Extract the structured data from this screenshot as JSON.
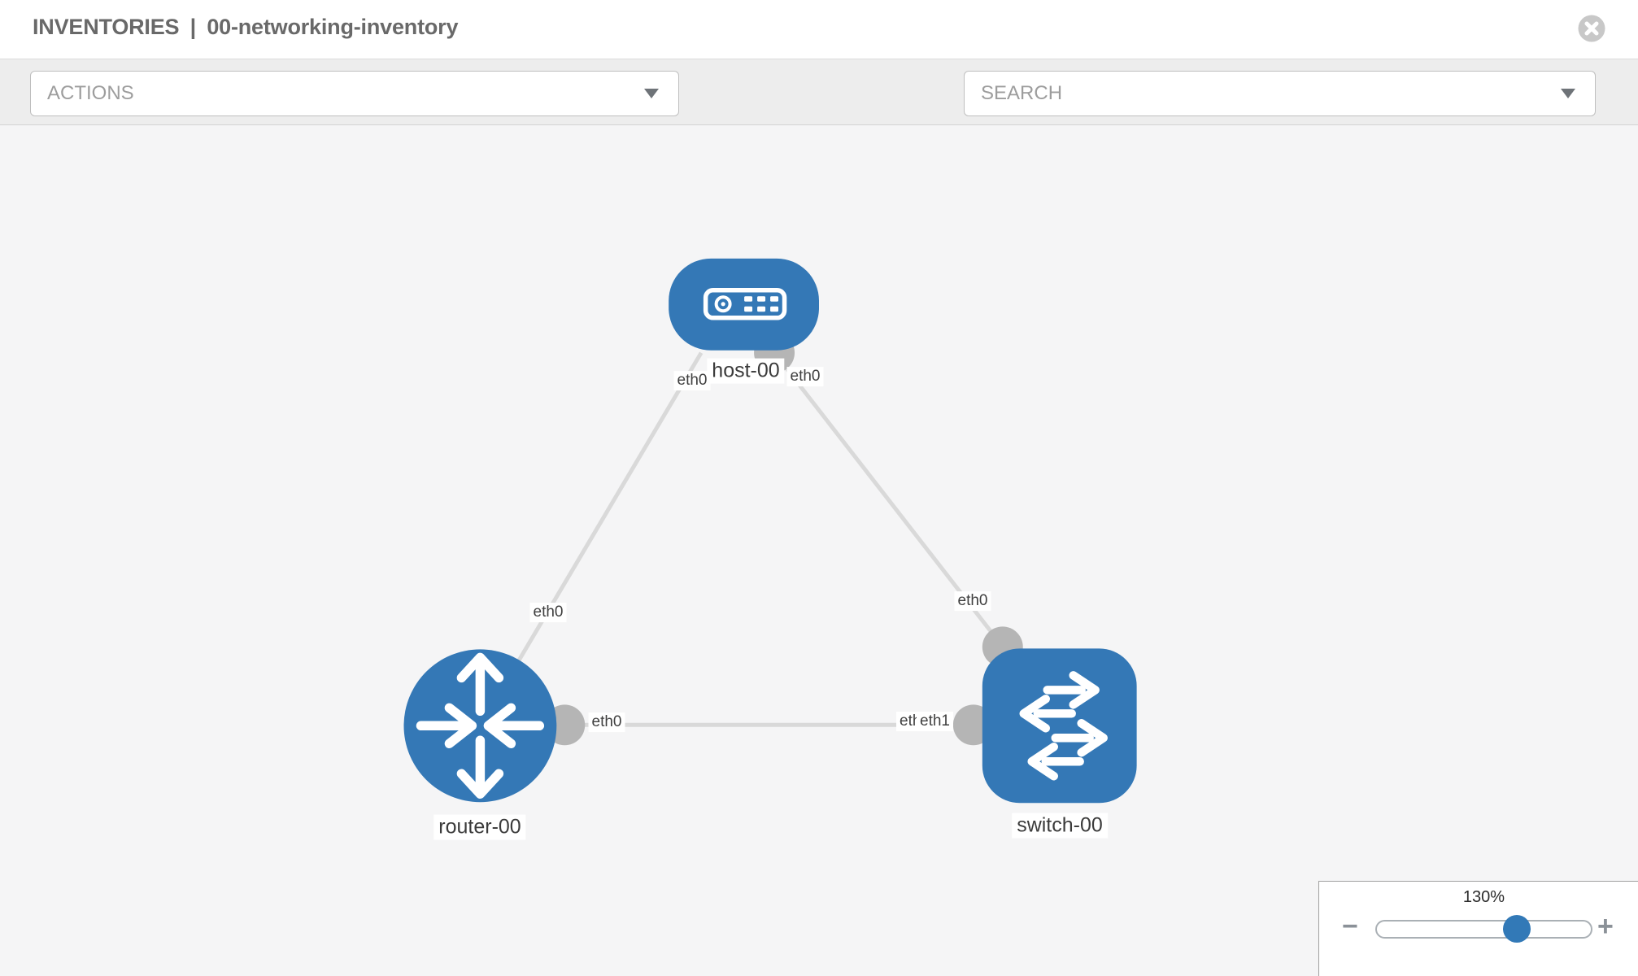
{
  "header": {
    "section": "INVENTORIES",
    "separator": "|",
    "inventory_name": "00-networking-inventory",
    "close_icon": "circle-x-icon"
  },
  "toolbar": {
    "actions_label": "ACTIONS",
    "search_label": "SEARCH",
    "icons": [
      "wrench-icon",
      "key-icon"
    ]
  },
  "diagram": {
    "nodes": [
      {
        "id": "host-00",
        "type": "host",
        "label": "host-00",
        "shape": "rounded-rect",
        "icon": "host-server-icon"
      },
      {
        "id": "router-00",
        "type": "router",
        "label": "router-00",
        "shape": "circle",
        "icon": "router-arrows-icon"
      },
      {
        "id": "switch-00",
        "type": "switch",
        "label": "switch-00",
        "shape": "rounded-square",
        "icon": "switch-arrows-icon"
      }
    ],
    "links": [
      {
        "from": "host-00",
        "to": "router-00"
      },
      {
        "from": "host-00",
        "to": "switch-00"
      },
      {
        "from": "router-00",
        "to": "switch-00"
      }
    ],
    "interface_labels": {
      "host_router_host_side": "eth0",
      "host_switch_host_side": "eth0",
      "host_router_router_side": "eth0",
      "host_switch_switch_side": "eth0",
      "router_switch_router_side": "eth0",
      "router_switch_switch_side_back": "eth0",
      "router_switch_switch_side_front": "eth1"
    }
  },
  "zoom_control": {
    "level": "130%",
    "zoom_out": "−",
    "zoom_in": "+"
  },
  "colors": {
    "node_blue": "#3478b6",
    "link_gray": "#d9d9d9",
    "connector_gray": "#b5b5b5",
    "knob_blue": "#3279b7",
    "toolbar_bg": "#ededed",
    "canvas_bg": "#f5f5f6"
  }
}
